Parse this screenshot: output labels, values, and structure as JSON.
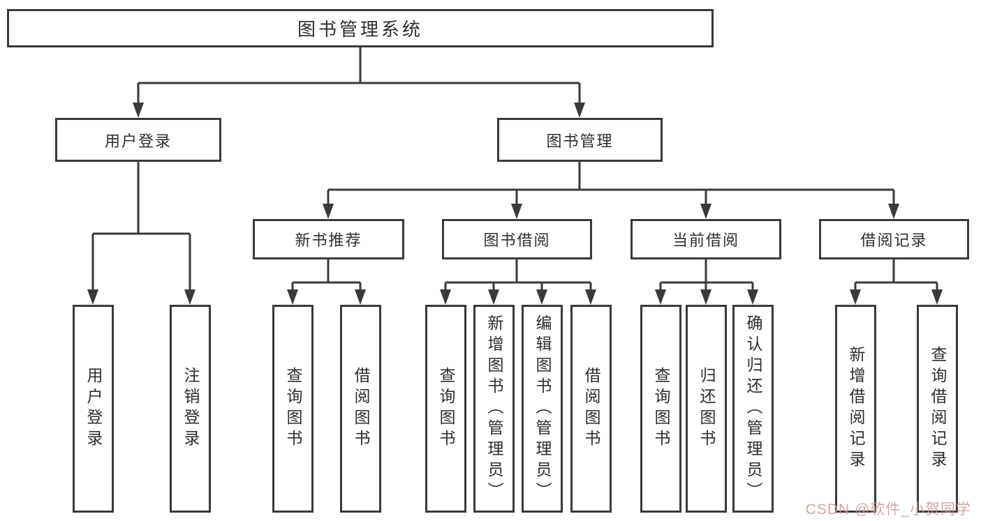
{
  "tree": {
    "root": {
      "label": "图书管理系统",
      "children": [
        {
          "label": "用户登录",
          "children": [
            {
              "label": "用户登录"
            },
            {
              "label": "注销登录"
            }
          ]
        },
        {
          "label": "图书管理",
          "children": [
            {
              "label": "新书推荐",
              "children": [
                {
                  "label": "查询图书"
                },
                {
                  "label": "借阅图书"
                }
              ]
            },
            {
              "label": "图书借阅",
              "children": [
                {
                  "label": "查询图书"
                },
                {
                  "label": "新增图书（管理员）"
                },
                {
                  "label": "编辑图书（管理员）"
                },
                {
                  "label": "借阅图书"
                }
              ]
            },
            {
              "label": "当前借阅",
              "children": [
                {
                  "label": "查询图书"
                },
                {
                  "label": "归还图书"
                },
                {
                  "label": "确认归还（管理员）"
                }
              ]
            },
            {
              "label": "借阅记录",
              "children": [
                {
                  "label": "新增借阅记录"
                },
                {
                  "label": "查询借阅记录"
                }
              ]
            }
          ]
        }
      ]
    }
  },
  "watermark": {
    "text": "CSDN @软件_小贺同学"
  },
  "colors": {
    "line": "#3a3a3a",
    "text": "#2e2e2e",
    "box_background": "#ffffff",
    "watermark": "#cb9690"
  }
}
